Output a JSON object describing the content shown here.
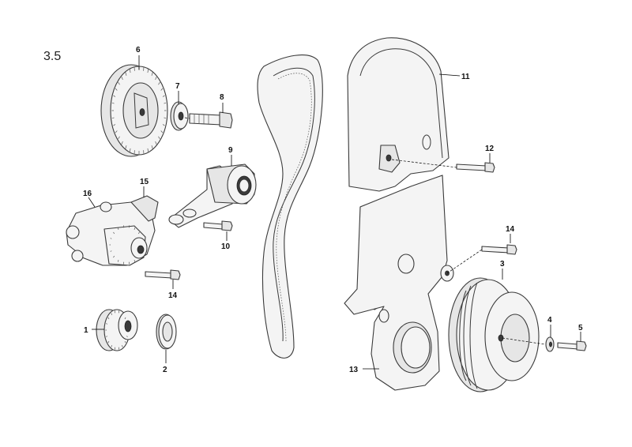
{
  "figure_number": "3.5",
  "callouts": {
    "c1": "1",
    "c2": "2",
    "c3": "3",
    "c4": "4",
    "c5": "5",
    "c6": "6",
    "c7": "7",
    "c8": "8",
    "c9": "9",
    "c10": "10",
    "c11": "11",
    "c12": "12",
    "c13": "13",
    "c14a": "14",
    "c14b": "14",
    "c15": "15",
    "c16": "16"
  }
}
